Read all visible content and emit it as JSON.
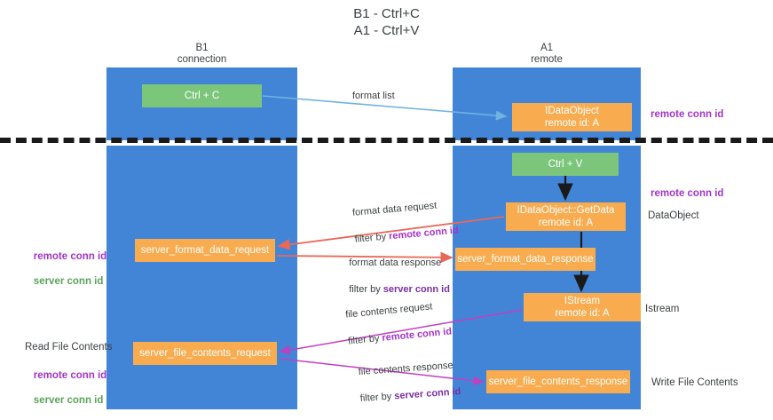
{
  "title": "B1 - Ctrl+C\nA1 - Ctrl+V",
  "columns": {
    "left": "B1\nconnection",
    "right": "A1\nremote"
  },
  "nodes": {
    "ctrl_c": "Ctrl + C",
    "idataobject": "IDataObject\nremote id: A",
    "ctrl_v": "Ctrl + V",
    "getdata": "IDataObject::GetData\nremote id: A",
    "server_format_data_request": "server_format_data_request",
    "server_format_data_response": "server_format_data_response",
    "istream": "IStream\nremote id: A",
    "server_file_contents_request": "server_file_contents_request",
    "server_file_contents_response": "server_file_contents_response"
  },
  "side_labels": {
    "remote_conn_id_top": "remote conn id",
    "remote_conn_id_mid": "remote conn id",
    "dataobject": "DataObject",
    "istream": "Istream",
    "write_file_contents": "Write File Contents",
    "read_file_contents": "Read File Contents",
    "remote_conn_id": "remote conn id",
    "server_conn_id": "server conn id"
  },
  "edge_labels": {
    "format_list": "format list",
    "format_data_request": "format data request",
    "format_data_request_filter_prefix": "filter by ",
    "format_data_request_filter_value": "remote conn id",
    "format_data_response": "format data response",
    "format_data_response_filter_prefix": "filter by ",
    "format_data_response_filter_value": "server conn id",
    "file_contents_request": "file contents request",
    "file_contents_request_filter_prefix": "filter by ",
    "file_contents_request_filter_value": "remote conn id",
    "file_contents_response": "file contents response",
    "file_contents_response_filter_prefix": "filter by ",
    "file_contents_response_filter_value": "server conn id"
  },
  "colors": {
    "lane": "#4285d6",
    "green_node": "#7bc67b",
    "orange_node": "#f9ac4f",
    "purple": "#a335c8",
    "green_text": "#5aa35a",
    "red_arrow": "#e8685a",
    "magenta_arrow": "#c13fc1",
    "blue_arrow": "#6fb3e0",
    "black_arrow": "#1a1a1a"
  }
}
